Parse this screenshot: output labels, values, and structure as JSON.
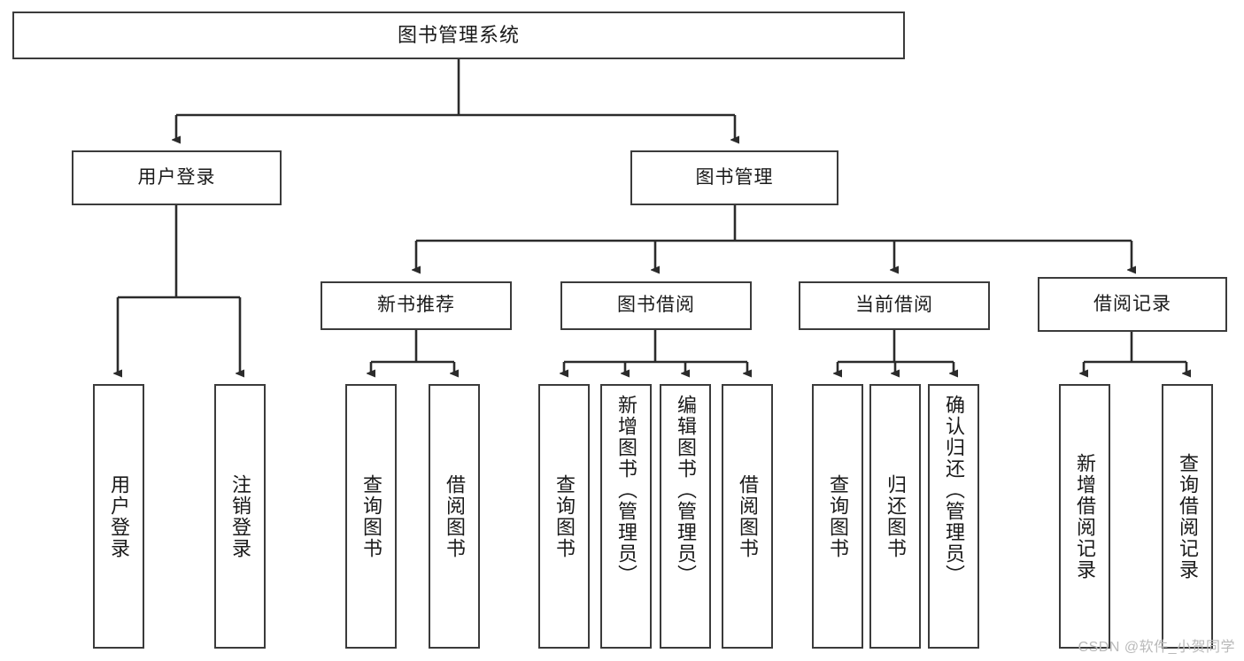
{
  "diagram": {
    "type": "tree",
    "title": "图书管理系统",
    "style": {
      "box_border": "#3b3b3b",
      "box_fill": "#ffffff",
      "line": "#2b2b2b",
      "background": "#ffffff",
      "watermark_color": "#b9b9b9"
    },
    "root": {
      "label": "图书管理系统"
    },
    "level1": [
      {
        "label": "用户登录"
      },
      {
        "label": "图书管理"
      }
    ],
    "level2": [
      {
        "label": "新书推荐"
      },
      {
        "label": "图书借阅"
      },
      {
        "label": "当前借阅"
      },
      {
        "label": "借阅记录"
      }
    ],
    "leaves": {
      "user_login": [
        {
          "label": "用户登录"
        },
        {
          "label": "注销登录"
        }
      ],
      "new_book_recommend": [
        {
          "label": "查询图书"
        },
        {
          "label": "借阅图书"
        }
      ],
      "book_borrow": [
        {
          "label": "查询图书"
        },
        {
          "label": "新增图书（管理员）"
        },
        {
          "label": "编辑图书（管理员）"
        },
        {
          "label": "借阅图书"
        }
      ],
      "current_borrow": [
        {
          "label": "查询图书"
        },
        {
          "label": "归还图书"
        },
        {
          "label": "确认归还（管理员）"
        }
      ],
      "borrow_record": [
        {
          "label": "新增借阅记录"
        },
        {
          "label": "查询借阅记录"
        }
      ]
    }
  },
  "watermark": {
    "text": "CSDN @软件_小贺同学"
  }
}
